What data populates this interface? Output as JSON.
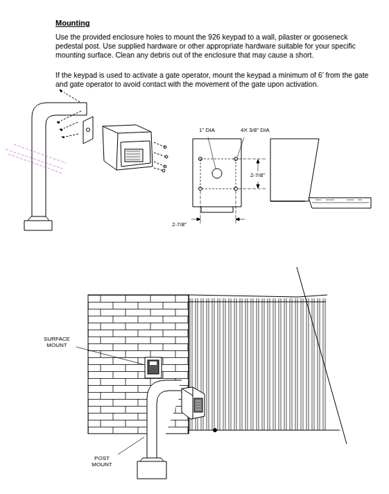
{
  "diagram": {
    "title": "Mounting",
    "labels": [
      "Use the provided enclosure holes to mount the 926 keypad to a wall, pilaster or gooseneck pedestal post.  Use supplied hardware or other appropriate hardware suitable for your specific mounting surface.  Clean any debris out of the enclosure that may cause a short.",
      "If the keypad is used to activate a gate operator, mount the keypad a minimum of 6' from the gate and gate operator to avoid contact with the movement of the gate upon activation.",
      "1\" DIA",
      "4X 3/8\" DIA",
      "2-7/8\"",
      "2-7/8\"",
      "SURFACE MOUNT",
      "POST MOUNT"
    ]
  }
}
